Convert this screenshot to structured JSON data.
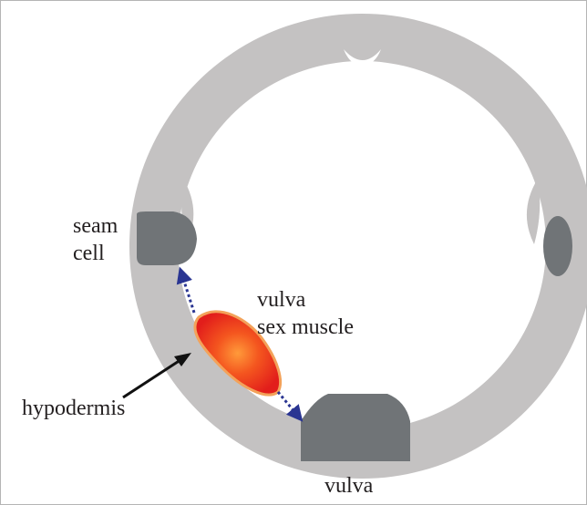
{
  "labels": {
    "seam_cell_line1": "seam",
    "seam_cell_line2": "cell",
    "vulva_sex_muscle_line1": "vulva",
    "vulva_sex_muscle_line2": "sex muscle",
    "hypodermis": "hypodermis",
    "vulva": "vulva"
  },
  "colors": {
    "hypodermis_ring": "#c4c2c2",
    "seam_cell": "#707477",
    "vulva_cells": "#707477",
    "muscle_fill_center": "#ff8a2a",
    "muscle_fill_edge": "#e4201c",
    "muscle_outline": "#f3a25a",
    "arrow": "#2a3592",
    "pointer": "#111111",
    "text": "#231f20"
  }
}
